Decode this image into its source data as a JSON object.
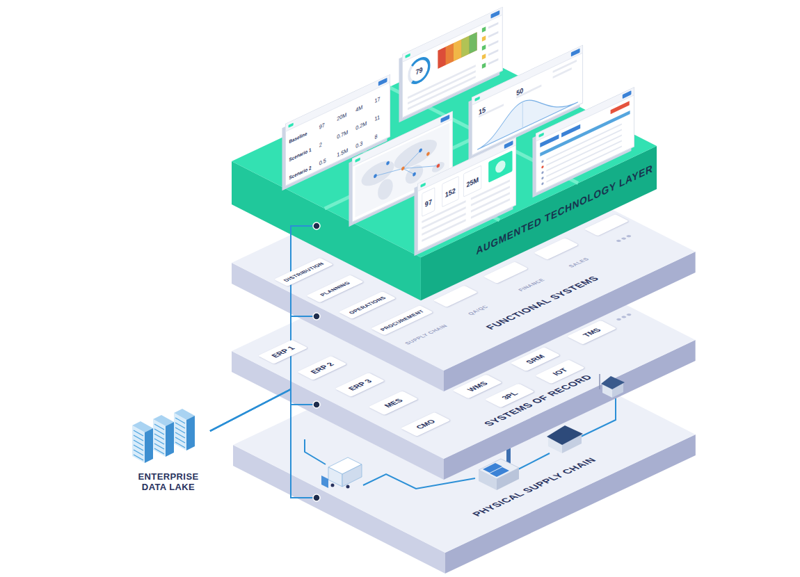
{
  "diagram": {
    "nodes": [
      {
        "text": [
          "AUGMENTED TECHNOLOGY LAYER"
        ]
      },
      {
        "text": [
          "Baseline",
          "97",
          "20M",
          "4M",
          "17",
          "Scenario 1",
          "2",
          "0.7M",
          "0.2M",
          "11",
          "Scenario 2",
          "0.5",
          "1.5M",
          "0.3",
          "8"
        ],
        "in": 0
      },
      {
        "text": [
          "79"
        ],
        "in": 0
      },
      {
        "text": [
          "15",
          "50"
        ],
        "in": 0
      },
      {
        "text": [
          "97",
          "152",
          "25M"
        ],
        "in": 0
      },
      {
        "text": [
          "FUNCTIONAL SYSTEMS"
        ]
      },
      {
        "text": [
          "DISTRIBUTION"
        ],
        "in": 5
      },
      {
        "text": [
          "PLANNING"
        ],
        "in": 5
      },
      {
        "text": [
          "OPERATIONS"
        ],
        "in": 5
      },
      {
        "text": [
          "PROCUREMENT"
        ],
        "in": 5
      },
      {
        "text": [
          "SYSTEMS OF RECORD"
        ]
      },
      {
        "text": [
          "ERP 1"
        ],
        "in": 10
      },
      {
        "text": [
          "ERP 2"
        ],
        "in": 10
      },
      {
        "text": [
          "ERP 3"
        ],
        "in": 10
      },
      {
        "text": [
          "MES"
        ],
        "in": 10
      },
      {
        "text": [
          "CMO"
        ],
        "in": 10
      },
      {
        "text": [
          "WMS"
        ],
        "in": 10
      },
      {
        "text": [
          "3PL"
        ],
        "in": 10
      },
      {
        "text": [
          "IOT"
        ],
        "in": 10
      },
      {
        "text": [
          "SRM"
        ],
        "in": 10
      },
      {
        "text": [
          "TMS"
        ],
        "in": 10
      },
      {
        "text": [
          "PHYSICAL SUPPLY CHAIN"
        ]
      },
      {
        "text": [
          "ENTERPRISE DATA LAKE"
        ]
      }
    ],
    "edges": [
      {
        "from": 22,
        "to": 0,
        "arrow": "none"
      },
      {
        "from": 22,
        "to": 5,
        "arrow": "none"
      },
      {
        "from": 22,
        "to": 10,
        "arrow": "none"
      },
      {
        "from": 22,
        "to": 21,
        "arrow": "none"
      }
    ],
    "labels": [
      "SUPPLY CHAIN",
      "QA/QC",
      "FINANCE",
      "SALES"
    ]
  }
}
